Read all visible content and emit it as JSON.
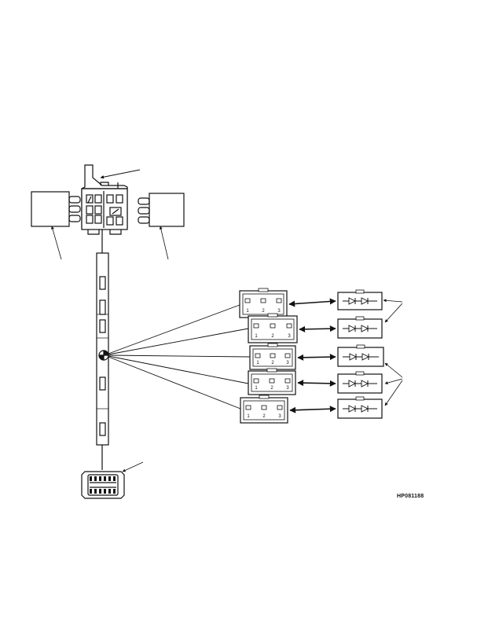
{
  "figure": {
    "id": "HP081188"
  },
  "connectors": [
    {
      "pins": [
        "1",
        "2",
        "3"
      ]
    },
    {
      "pins": [
        "1",
        "2",
        "3"
      ]
    },
    {
      "pins": [
        "1",
        "2",
        "3"
      ]
    },
    {
      "pins": [
        "1",
        "2",
        "3"
      ]
    },
    {
      "pins": [
        "1",
        "2",
        "3"
      ]
    }
  ],
  "diode_packs": [
    {
      "symbol": "diode-pair-icon"
    },
    {
      "symbol": "diode-pair-icon"
    },
    {
      "symbol": "diode-pair-icon"
    },
    {
      "symbol": "diode-pair-icon"
    },
    {
      "symbol": "diode-pair-icon"
    }
  ]
}
